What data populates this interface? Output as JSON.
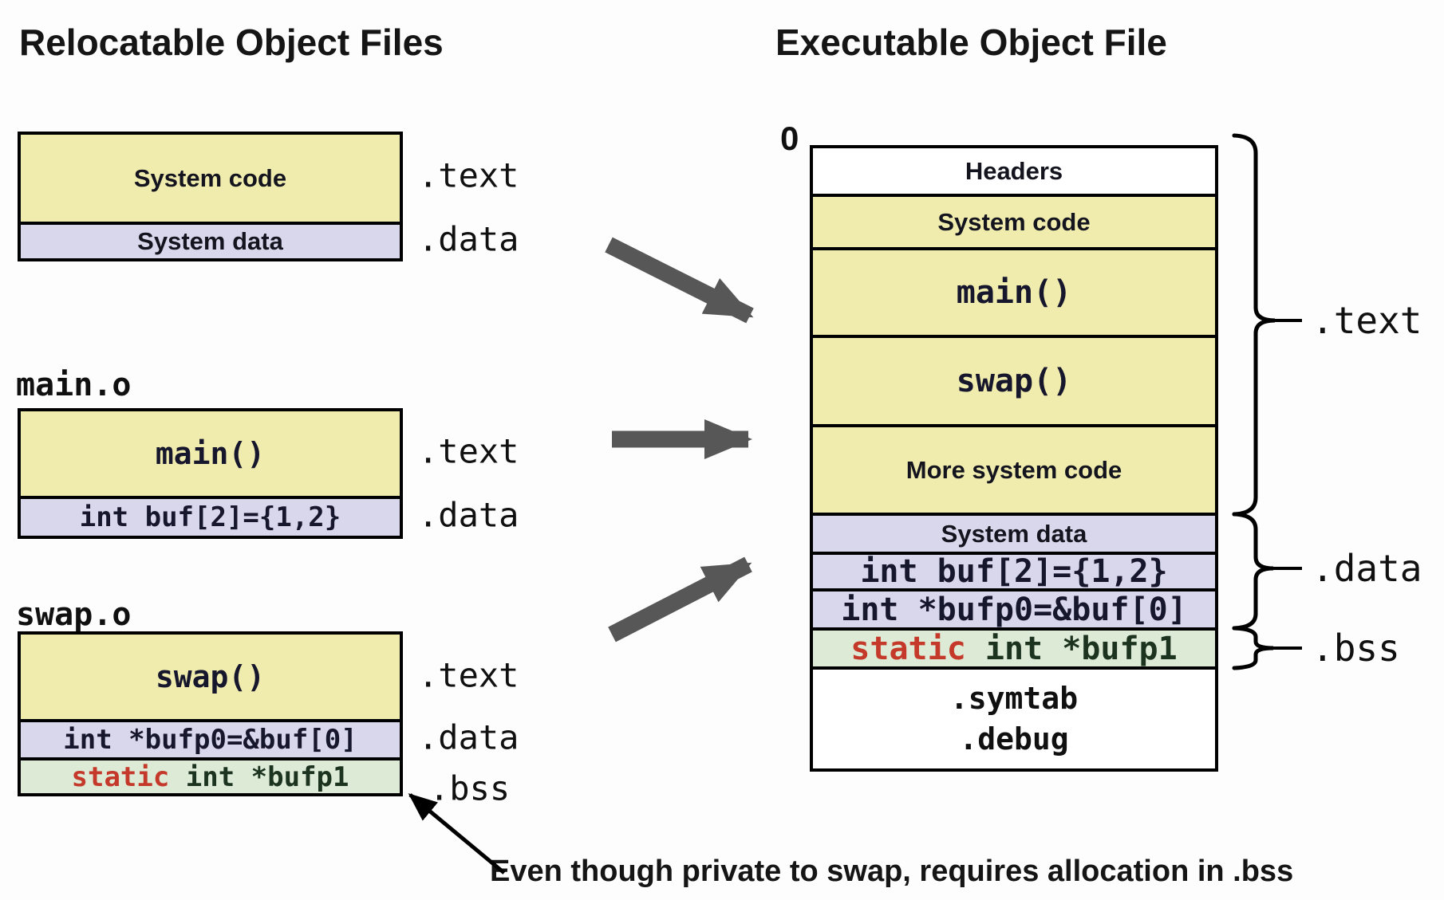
{
  "page": {
    "left_title": "Relocatable Object Files",
    "right_title": "Executable Object File",
    "annotation": "Even though private to swap, requires allocation in .bss",
    "origin_label": "0"
  },
  "files": {
    "system": {
      "rows": {
        "code": "System code",
        "data": "System data"
      },
      "labels": {
        "text": ".text",
        "data": ".data"
      }
    },
    "main": {
      "name": "main.o",
      "rows": {
        "code": "main()",
        "data": "int buf[2]={1,2}"
      },
      "labels": {
        "text": ".text",
        "data": ".data"
      }
    },
    "swap": {
      "name": "swap.o",
      "rows": {
        "code": "swap()",
        "data": "int *bufp0=&buf[0]",
        "bss_keyword": "static",
        "bss_rest": " int *bufp1"
      },
      "labels": {
        "text": ".text",
        "data": ".data",
        "bss": ".bss"
      }
    }
  },
  "executable": {
    "rows": {
      "headers": "Headers",
      "system_code": "System code",
      "main": "main()",
      "swap": "swap()",
      "more_system_code": "More system code",
      "system_data": "System data",
      "buf": "int buf[2]={1,2}",
      "bufp0": "int *bufp0=&buf[0]",
      "bss_keyword": "static",
      "bss_rest": " int *bufp1",
      "symtab": ".symtab",
      "debug": ".debug"
    },
    "braces": {
      "text": ".text",
      "data": ".data",
      "bss": ".bss"
    }
  },
  "colors": {
    "section_yellow": "#f0ecae",
    "section_lavender": "#d9d7ec",
    "section_green": "#dcead6",
    "keyword_red": "#c5392a",
    "bss_text_green": "#1c3320",
    "arrow_gray": "#575757"
  }
}
